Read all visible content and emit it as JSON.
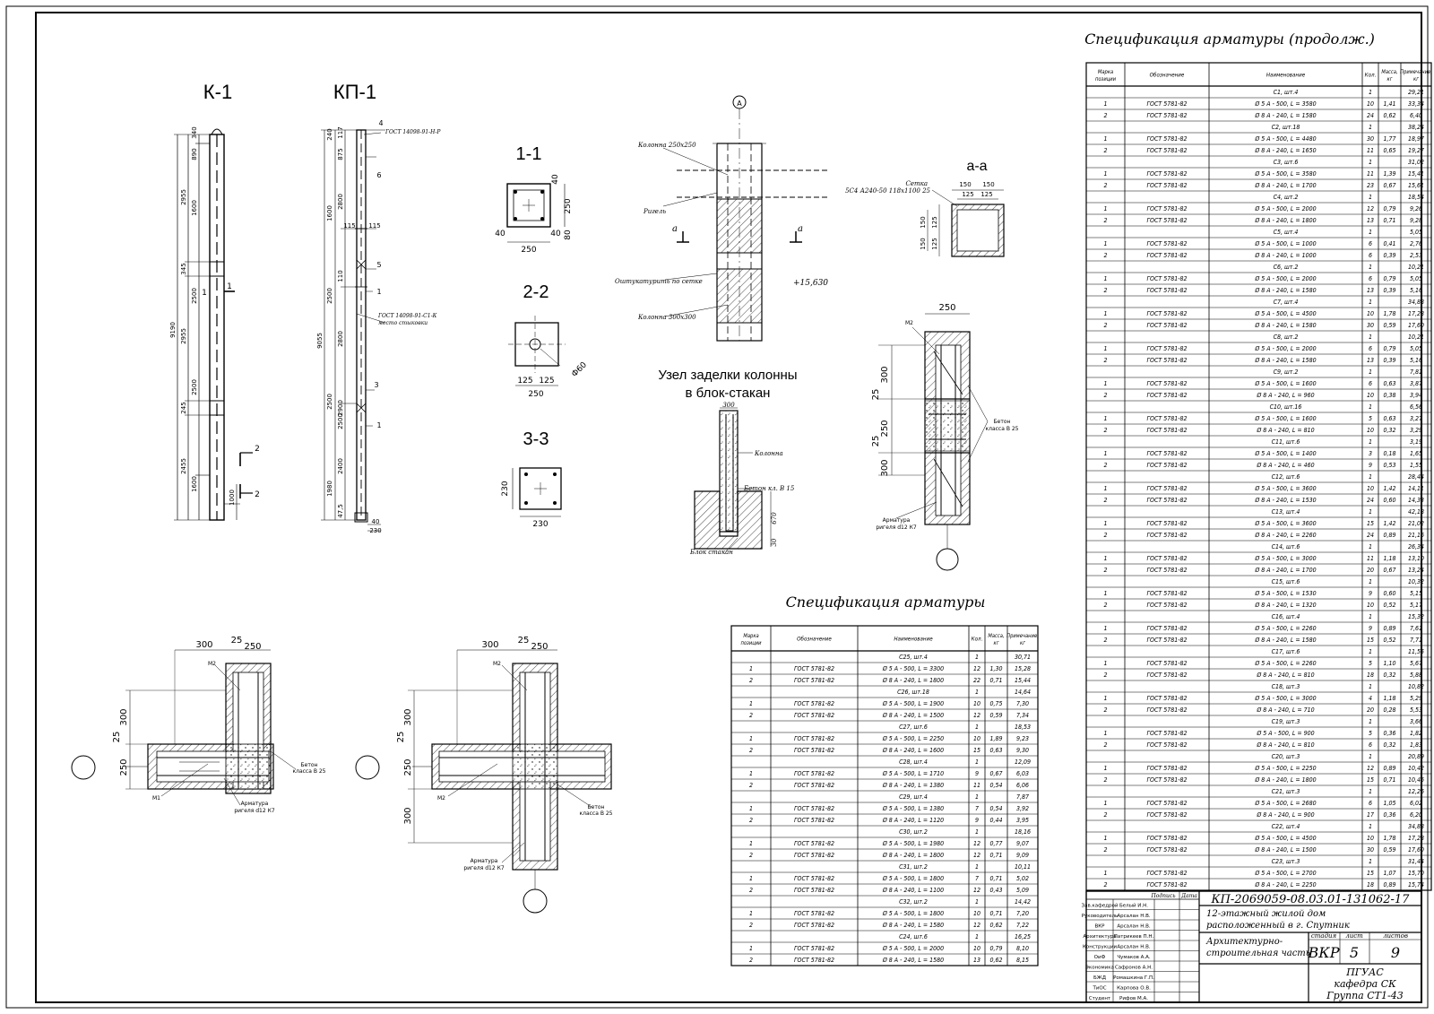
{
  "titles": {
    "k1": "К-1",
    "kp1": "КП-1",
    "sec11": "1-1",
    "sec22": "2-2",
    "sec33": "3-3",
    "secaa": "а-а",
    "node_line1": "Узел заделки колонны",
    "node_line2": "в блок-стакан",
    "spec_left": "Спецификация арматуры",
    "spec_right": "Спецификация арматуры (продолж.)"
  },
  "labels": {
    "gost_top": "ГОСТ 14098-91-Н-Р",
    "gost_mid": "ГОСТ 14098-91-С1-К",
    "mesto": "место стыковки",
    "col250": "Колонна 250х250",
    "col300": "Колонна 300х300",
    "rigel": "Ригель",
    "oshtuk": "Оштукатурить по сетке",
    "setka1": "Сетка",
    "setka2": "5С4 А240-50 118х1100 25",
    "mark15": "+15,630",
    "axis_a": "А",
    "kolonna": "Колонна",
    "beton15": "Бетон кл. В 15",
    "blok": "Блок стакан",
    "beton25a": "Бетон",
    "beton25b": "класса В 25",
    "arm1": "Арматура",
    "arm2": "ригеля d12 К7",
    "m1": "М1",
    "m2": "М2",
    "a": "а",
    "phi60": "Ф60"
  },
  "dims": {
    "k1": [
      "340",
      "890",
      "1600",
      "2955",
      "9190",
      "345",
      "2500",
      "2955",
      "2500",
      "245",
      "2455",
      "1600",
      "1000"
    ],
    "kp1": [
      "240",
      "117",
      "875",
      "2800",
      "1600",
      "115",
      "115",
      "110",
      "2500",
      "9055",
      "2800",
      "2500",
      "2500",
      "2900",
      "2400",
      "1980",
      "47,5",
      "40",
      "230"
    ],
    "marks": [
      "1",
      "1",
      "2",
      "2",
      "4",
      "6",
      "5",
      "3",
      "1",
      "1"
    ],
    "s11": [
      "40",
      "250",
      "40",
      "40",
      "80",
      "250"
    ],
    "s22": [
      "125",
      "125",
      "250"
    ],
    "s33": [
      "230",
      "230"
    ],
    "saa": [
      "150",
      "150",
      "125",
      "125",
      "125",
      "125",
      "150",
      "150"
    ],
    "node": [
      "300",
      "670",
      "30"
    ],
    "right": [
      "250",
      "300",
      "25",
      "250",
      "25",
      "300"
    ],
    "plan": [
      "300",
      "25",
      "250",
      "300",
      "25",
      "250"
    ]
  },
  "table_headers": [
    "Марка позиции",
    "Обозначение",
    "Наименование",
    "Кол.",
    "Масса, кг",
    "Примечание, кг"
  ],
  "left_table": [
    [
      "",
      "",
      "С25, шт.4",
      "1",
      "",
      "30,71"
    ],
    [
      "1",
      "ГОСТ 5781-82",
      "Ø 5 А - 500, L = 3300",
      "12",
      "1,30",
      "15,28"
    ],
    [
      "2",
      "ГОСТ 5781-82",
      "Ø 8 А - 240, L = 1800",
      "22",
      "0,71",
      "15,44"
    ],
    [
      "",
      "",
      "С26, шт.18",
      "1",
      "",
      "14,64"
    ],
    [
      "1",
      "ГОСТ 5781-82",
      "Ø 5 А - 500, L = 1900",
      "10",
      "0,75",
      "7,30"
    ],
    [
      "2",
      "ГОСТ 5781-82",
      "Ø 8 А - 240, L = 1500",
      "12",
      "0,59",
      "7,34"
    ],
    [
      "",
      "",
      "С27, шт.6",
      "1",
      "",
      "18,53"
    ],
    [
      "1",
      "ГОСТ 5781-82",
      "Ø 5 А - 500, L = 2250",
      "10",
      "1,89",
      "9,23"
    ],
    [
      "2",
      "ГОСТ 5781-82",
      "Ø 8 А - 240, L = 1600",
      "15",
      "0,63",
      "9,30"
    ],
    [
      "",
      "",
      "С28, шт.4",
      "1",
      "",
      "12,09"
    ],
    [
      "1",
      "ГОСТ 5781-82",
      "Ø 5 А - 500, L = 1710",
      "9",
      "0,67",
      "6,03"
    ],
    [
      "2",
      "ГОСТ 5781-82",
      "Ø 8 А - 240, L = 1380",
      "11",
      "0,54",
      "6,06"
    ],
    [
      "",
      "",
      "С29, шт.4",
      "1",
      "",
      "7,87"
    ],
    [
      "1",
      "ГОСТ 5781-82",
      "Ø 5 А - 500, L = 1380",
      "7",
      "0,54",
      "3,92"
    ],
    [
      "2",
      "ГОСТ 5781-82",
      "Ø 8 А - 240, L = 1120",
      "9",
      "0,44",
      "3,95"
    ],
    [
      "",
      "",
      "С30, шт.2",
      "1",
      "",
      "18,16"
    ],
    [
      "1",
      "ГОСТ 5781-82",
      "Ø 5 А - 500, L = 1980",
      "12",
      "0,77",
      "9,07"
    ],
    [
      "2",
      "ГОСТ 5781-82",
      "Ø 8 А - 240, L = 1800",
      "12",
      "0,71",
      "9,09"
    ],
    [
      "",
      "",
      "С31, шт.2",
      "1",
      "",
      "10,11"
    ],
    [
      "1",
      "ГОСТ 5781-82",
      "Ø 5 А - 500, L = 1800",
      "7",
      "0,71",
      "5,02"
    ],
    [
      "2",
      "ГОСТ 5781-82",
      "Ø 8 А - 240, L = 1100",
      "12",
      "0,43",
      "5,09"
    ],
    [
      "",
      "",
      "С32, шт.2",
      "1",
      "",
      "14,42"
    ],
    [
      "1",
      "ГОСТ 5781-82",
      "Ø 5 А - 500, L = 1800",
      "10",
      "0,71",
      "7,20"
    ],
    [
      "2",
      "ГОСТ 5781-82",
      "Ø 8 А - 240, L = 1580",
      "12",
      "0,62",
      "7,22"
    ],
    [
      "",
      "",
      "С24, шт.6",
      "1",
      "",
      "16,25"
    ],
    [
      "1",
      "ГОСТ 5781-82",
      "Ø 5 А - 500, L = 2000",
      "10",
      "0,79",
      "8,10"
    ],
    [
      "2",
      "ГОСТ 5781-82",
      "Ø 8 А - 240, L = 1580",
      "13",
      "0,62",
      "8,15"
    ]
  ],
  "right_table": [
    [
      "",
      "",
      "С1, шт.4",
      "1",
      "",
      "29,21"
    ],
    [
      "1",
      "ГОСТ 5781-82",
      "Ø 5 А - 500, L = 3580",
      "10",
      "1,41",
      "33,34"
    ],
    [
      "2",
      "ГОСТ 5781-82",
      "Ø 8 А - 240, L = 1580",
      "24",
      "0,62",
      "6,40"
    ],
    [
      "",
      "",
      "С2, шт.18",
      "1",
      "",
      "38,24"
    ],
    [
      "1",
      "ГОСТ 5781-82",
      "Ø 5 А - 500, L = 4480",
      "30",
      "1,77",
      "18,97"
    ],
    [
      "2",
      "ГОСТ 5781-82",
      "Ø 8 А - 240, L = 1650",
      "11",
      "0,65",
      "19,27"
    ],
    [
      "",
      "",
      "С3, шт.6",
      "1",
      "",
      "31,02"
    ],
    [
      "1",
      "ГОСТ 5781-82",
      "Ø 5 А - 500, L = 3580",
      "11",
      "1,39",
      "15,41"
    ],
    [
      "2",
      "ГОСТ 5781-82",
      "Ø 8 А - 240, L = 1700",
      "23",
      "0,67",
      "15,61"
    ],
    [
      "",
      "",
      "С4, шт.2",
      "1",
      "",
      "18,54"
    ],
    [
      "1",
      "ГОСТ 5781-82",
      "Ø 5 А - 500, L = 2000",
      "12",
      "0,79",
      "9,26"
    ],
    [
      "2",
      "ГОСТ 5781-82",
      "Ø 8 А - 240, L = 1800",
      "13",
      "0,71",
      "9,28"
    ],
    [
      "",
      "",
      "С5, шт.4",
      "1",
      "",
      "5,05"
    ],
    [
      "1",
      "ГОСТ 5781-82",
      "Ø 5 А - 500, L = 1000",
      "6",
      "0,41",
      "2,76"
    ],
    [
      "2",
      "ГОСТ 5781-82",
      "Ø 8 А - 240, L = 1000",
      "6",
      "0,39",
      "2,53"
    ],
    [
      "",
      "",
      "С6, шт.2",
      "1",
      "",
      "10,21"
    ],
    [
      "1",
      "ГОСТ 5781-82",
      "Ø 5 А - 500, L = 2000",
      "6",
      "0,79",
      "5,05"
    ],
    [
      "2",
      "ГОСТ 5781-82",
      "Ø 8 А - 240, L = 1580",
      "13",
      "0,39",
      "5,16"
    ],
    [
      "",
      "",
      "С7, шт.4",
      "1",
      "",
      "34,88"
    ],
    [
      "1",
      "ГОСТ 5781-82",
      "Ø 5 А - 500, L = 4500",
      "10",
      "1,78",
      "17,28"
    ],
    [
      "2",
      "ГОСТ 5781-82",
      "Ø 8 А - 240, L = 1580",
      "30",
      "0,59",
      "17,60"
    ],
    [
      "",
      "",
      "С8, шт.2",
      "1",
      "",
      "10,21"
    ],
    [
      "1",
      "ГОСТ 5781-82",
      "Ø 5 А - 500, L = 2000",
      "6",
      "0,79",
      "5,05"
    ],
    [
      "2",
      "ГОСТ 5781-82",
      "Ø 8 А - 240, L = 1580",
      "13",
      "0,39",
      "5,16"
    ],
    [
      "",
      "",
      "С9, шт.2",
      "1",
      "",
      "7,81"
    ],
    [
      "1",
      "ГОСТ 5781-82",
      "Ø 5 А - 500, L = 1600",
      "6",
      "0,63",
      "3,87"
    ],
    [
      "2",
      "ГОСТ 5781-82",
      "Ø 8 А - 240, L = 960",
      "10",
      "0,38",
      "3,94"
    ],
    [
      "",
      "",
      "С10, шт.16",
      "1",
      "",
      "6,56"
    ],
    [
      "1",
      "ГОСТ 5781-82",
      "Ø 5 А - 500, L = 1600",
      "5",
      "0,63",
      "3,27"
    ],
    [
      "2",
      "ГОСТ 5781-82",
      "Ø 8 А - 240, L = 810",
      "10",
      "0,32",
      "3,29"
    ],
    [
      "",
      "",
      "С11, шт.6",
      "1",
      "",
      "3,19"
    ],
    [
      "1",
      "ГОСТ 5781-82",
      "Ø 5 А - 500, L = 1400",
      "3",
      "0,18",
      "1,65"
    ],
    [
      "2",
      "ГОСТ 5781-82",
      "Ø 8 А - 240, L = 460",
      "9",
      "0,53",
      "1,55"
    ],
    [
      "",
      "",
      "С12, шт.6",
      "1",
      "",
      "28,44"
    ],
    [
      "1",
      "ГОСТ 5781-82",
      "Ø 5 А - 500, L = 3600",
      "10",
      "1,42",
      "14,11"
    ],
    [
      "2",
      "ГОСТ 5781-82",
      "Ø 8 А - 240, L = 1530",
      "24",
      "0,60",
      "14,33"
    ],
    [
      "",
      "",
      "С13, шт.4",
      "1",
      "",
      "42,18"
    ],
    [
      "1",
      "ГОСТ 5781-82",
      "Ø 5 А - 500, L = 3600",
      "15",
      "1,42",
      "21,02"
    ],
    [
      "2",
      "ГОСТ 5781-82",
      "Ø 8 А - 240, L = 2260",
      "24",
      "0,89",
      "21,16"
    ],
    [
      "",
      "",
      "С14, шт.6",
      "1",
      "",
      "26,34"
    ],
    [
      "1",
      "ГОСТ 5781-82",
      "Ø 5 А - 500, L = 3000",
      "11",
      "1,18",
      "13,10"
    ],
    [
      "2",
      "ГОСТ 5781-82",
      "Ø 8 А - 240, L = 1700",
      "20",
      "0,67",
      "13,24"
    ],
    [
      "",
      "",
      "С15, шт.6",
      "1",
      "",
      "10,32"
    ],
    [
      "1",
      "ГОСТ 5781-82",
      "Ø 5 А - 500, L = 1530",
      "9",
      "0,60",
      "5,15"
    ],
    [
      "2",
      "ГОСТ 5781-82",
      "Ø 8 А - 240, L = 1320",
      "10",
      "0,52",
      "5,17"
    ],
    [
      "",
      "",
      "С16, шт.4",
      "1",
      "",
      "15,32"
    ],
    [
      "1",
      "ГОСТ 5781-82",
      "Ø 5 А - 500, L = 2260",
      "9",
      "0,89",
      "7,61"
    ],
    [
      "2",
      "ГОСТ 5781-82",
      "Ø 8 А - 240, L = 1580",
      "15",
      "0,52",
      "7,71"
    ],
    [
      "",
      "",
      "С17, шт.6",
      "1",
      "",
      "11,55"
    ],
    [
      "1",
      "ГОСТ 5781-82",
      "Ø 5 А - 500, L = 2260",
      "5",
      "1,10",
      "5,67"
    ],
    [
      "2",
      "ГОСТ 5781-82",
      "Ø 8 А - 240, L = 810",
      "18",
      "0,32",
      "5,88"
    ],
    [
      "",
      "",
      "С18, шт.3",
      "1",
      "",
      "10,82"
    ],
    [
      "1",
      "ГОСТ 5781-82",
      "Ø 5 А - 500, L = 3000",
      "4",
      "1,18",
      "5,29"
    ],
    [
      "2",
      "ГОСТ 5781-82",
      "Ø 8 А - 240, L = 710",
      "20",
      "0,28",
      "5,53"
    ],
    [
      "",
      "",
      "С19, шт.3",
      "1",
      "",
      "3,66"
    ],
    [
      "1",
      "ГОСТ 5781-82",
      "Ø 5 А - 500, L = 900",
      "5",
      "0,36",
      "1,82"
    ],
    [
      "2",
      "ГОСТ 5781-82",
      "Ø 8 А - 240, L = 810",
      "6",
      "0,32",
      "1,83"
    ],
    [
      "",
      "",
      "С20, шт.3",
      "1",
      "",
      "20,89"
    ],
    [
      "1",
      "ГОСТ 5781-82",
      "Ø 5 А - 500, L = 2250",
      "12",
      "0,89",
      "10,42"
    ],
    [
      "2",
      "ГОСТ 5781-82",
      "Ø 8 А - 240, L = 1800",
      "15",
      "0,71",
      "10,46"
    ],
    [
      "",
      "",
      "С21, шт.3",
      "1",
      "",
      "12,26"
    ],
    [
      "1",
      "ГОСТ 5781-82",
      "Ø 5 А - 500, L = 2680",
      "6",
      "1,05",
      "6,02"
    ],
    [
      "2",
      "ГОСТ 5781-82",
      "Ø 8 А - 240, L = 900",
      "17",
      "0,36",
      "6,20"
    ],
    [
      "",
      "",
      "С22, шт.4",
      "1",
      "",
      "34,88"
    ],
    [
      "1",
      "ГОСТ 5781-82",
      "Ø 5 А - 500, L = 4500",
      "10",
      "1,78",
      "17,28"
    ],
    [
      "2",
      "ГОСТ 5781-82",
      "Ø 8 А - 240, L = 1500",
      "30",
      "0,59",
      "17,60"
    ],
    [
      "",
      "",
      "С23, шт.3",
      "1",
      "",
      "31,44"
    ],
    [
      "1",
      "ГОСТ 5781-82",
      "Ø 5 А - 500, L = 2700",
      "15",
      "1,07",
      "15,70"
    ],
    [
      "2",
      "ГОСТ 5781-82",
      "Ø 8 А - 240, L = 2250",
      "18",
      "0,89",
      "15,74"
    ]
  ],
  "title_block": {
    "code": "КП-2069059-08.03.01-131062-17",
    "project1": "12-этажный жилой дом",
    "project2": "расположенный в г. Спутник",
    "part1": "Архитектурно-",
    "part2": "строительная часть",
    "h_stage": "стадия",
    "h_sheet": "лист",
    "h_sheets": "листов",
    "stage": "ВКР",
    "sheet": "5",
    "sheets": "9",
    "org1": "ПГУАС",
    "org2": "кафедра СК",
    "org3": "Группа СТ1-43",
    "h_sign": "Подпись",
    "h_date": "Дата",
    "roles": [
      [
        "Зав.кафедрой",
        "Белый И.Н."
      ],
      [
        "Руководитель",
        "Арсалан Н.В."
      ],
      [
        "ВКР",
        "Арсалан Н.В."
      ],
      [
        "Архитектура",
        "Патрикеев П.Н."
      ],
      [
        "Конструкции",
        "Арсалан Н.В."
      ],
      [
        "ОиФ",
        "Чумаков А.А."
      ],
      [
        "Экономика",
        "Сафронов А.Н."
      ],
      [
        "БЖД",
        "Ромашкина Г.П."
      ],
      [
        "ТиОС",
        "Карпова О.В."
      ],
      [
        "Студент",
        "Рифов М.А."
      ]
    ]
  }
}
